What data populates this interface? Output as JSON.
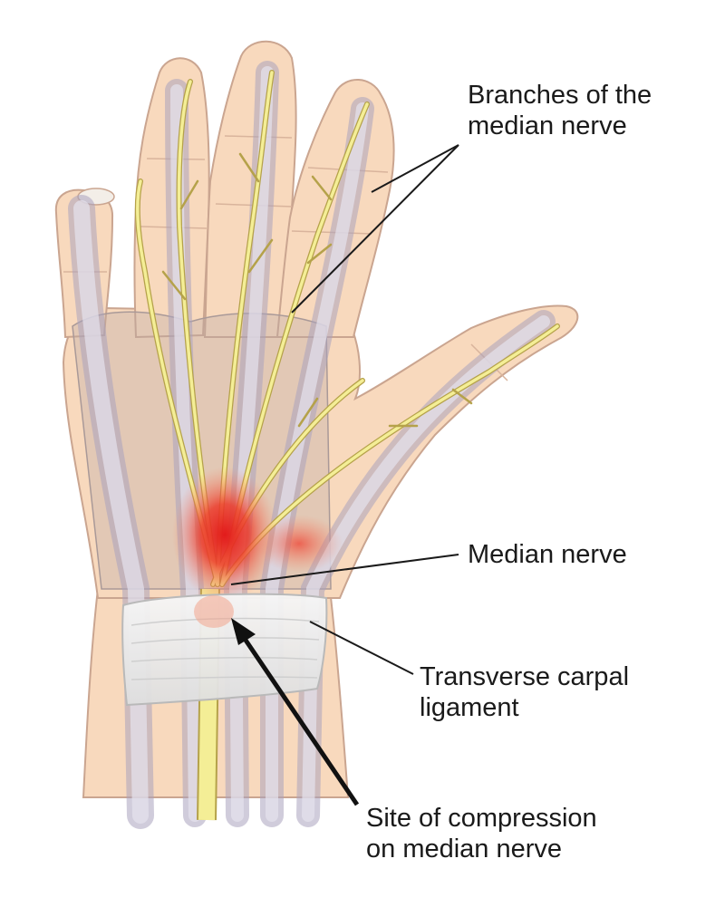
{
  "labels": {
    "branches": {
      "line1": "Branches of the",
      "line2": "median nerve"
    },
    "median_nerve": "Median nerve",
    "ligament": {
      "line1": "Transverse carpal",
      "line2": "ligament"
    },
    "compression": {
      "line1": "Site of compression",
      "line2": "on median nerve"
    }
  },
  "colors": {
    "skin": "#f8d9bd",
    "skin_outline": "#caa590",
    "nerve": "#f4ee96",
    "nerve_outline": "#b5a24a",
    "tendon": "#c9c3d6",
    "ligament": "#ececec",
    "inflammation": "#e21b1b"
  }
}
